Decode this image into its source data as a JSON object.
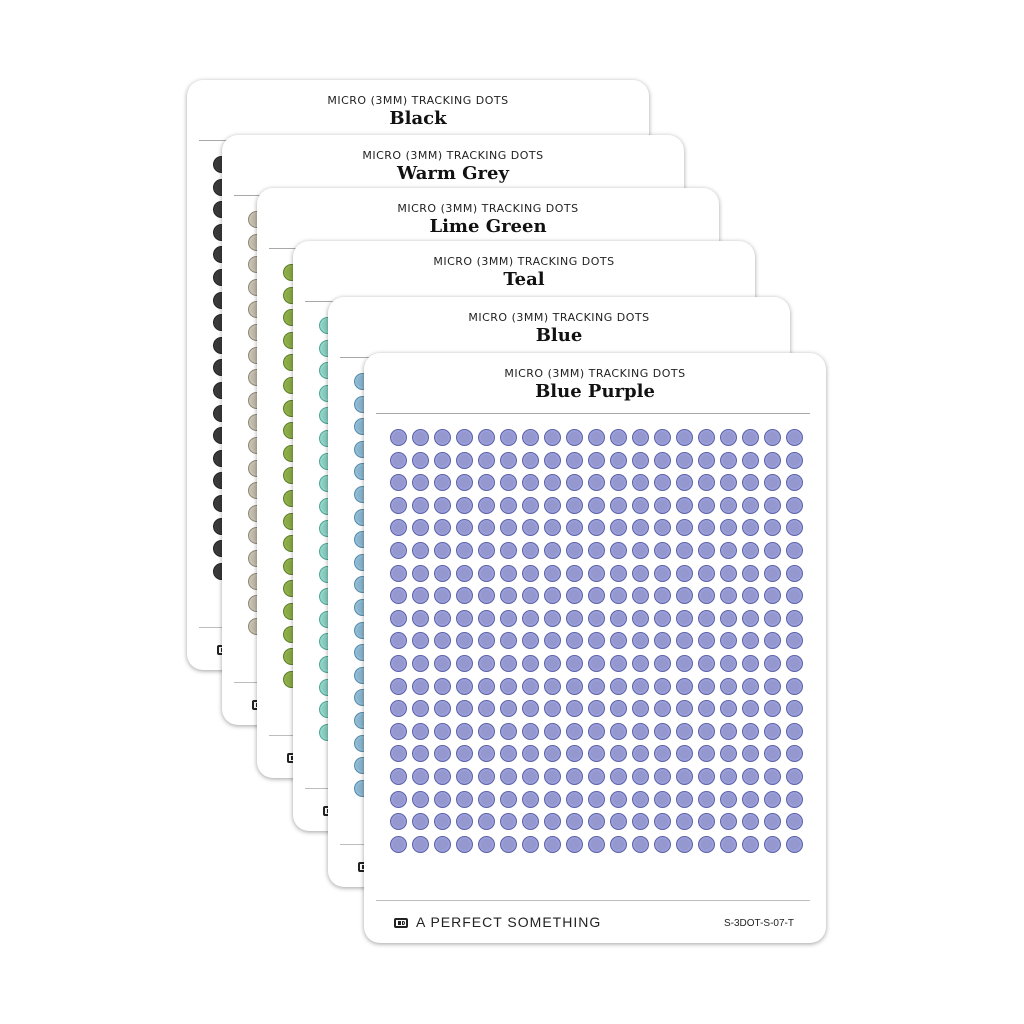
{
  "sheets": [
    {
      "subtitle": "MICRO (3MM) TRACKING DOTS",
      "title": "Black",
      "dot_color": "#3b3b3b",
      "ring_color": "#222222"
    },
    {
      "subtitle": "MICRO (3MM) TRACKING DOTS",
      "title": "Warm Grey",
      "dot_color": "#c9c2b2",
      "ring_color": "#8f8878"
    },
    {
      "subtitle": "MICRO (3MM) TRACKING DOTS",
      "title": "Lime Green",
      "dot_color": "#8fb04a",
      "ring_color": "#5e7d2c"
    },
    {
      "subtitle": "MICRO (3MM) TRACKING DOTS",
      "title": "Teal",
      "dot_color": "#8fd6c8",
      "ring_color": "#53a596"
    },
    {
      "subtitle": "MICRO (3MM) TRACKING DOTS",
      "title": "Blue",
      "dot_color": "#8fbcd6",
      "ring_color": "#5a8ba6"
    },
    {
      "subtitle": "MICRO (3MM) TRACKING DOTS",
      "title": "Blue Purple",
      "dot_color": "#9a9ed8",
      "ring_color": "#5d62a8"
    }
  ],
  "footer": {
    "brand": "A PERFECT SOMETHING",
    "sku": "S-3DOT-S-07-T"
  },
  "grid": {
    "columns": 19,
    "rows": 19
  }
}
